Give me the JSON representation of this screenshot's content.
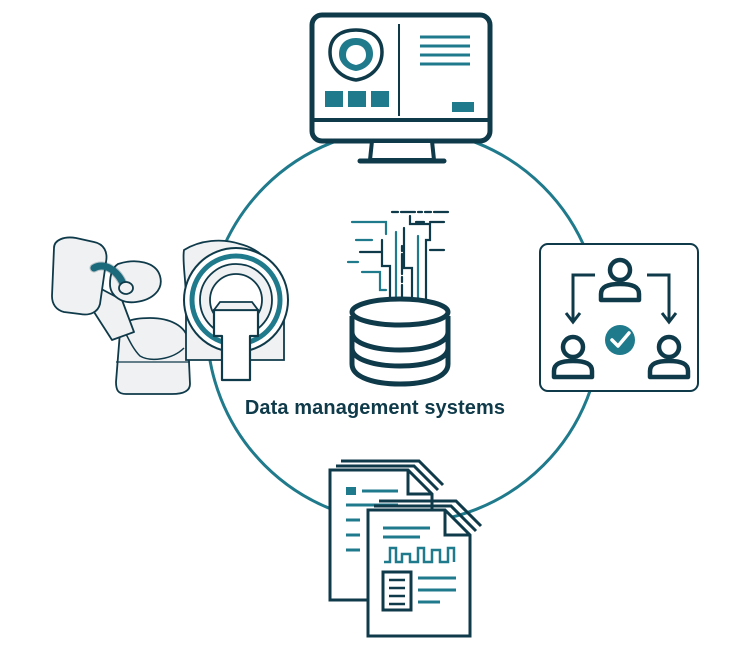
{
  "center": {
    "label": "Data management systems"
  },
  "colors": {
    "primary": "#0f3a4a",
    "accent": "#1f7a8c",
    "cycle_ring": "#1f7a8c",
    "background": "#ffffff",
    "device_fill": "#f0f1f2"
  },
  "nodes": [
    {
      "id": "monitor",
      "icon": "dashboard-monitor-icon"
    },
    {
      "id": "workflow",
      "icon": "approval-workflow-icon"
    },
    {
      "id": "documents",
      "icon": "report-documents-icon"
    },
    {
      "id": "equipment",
      "icon": "treatment-machine-icon"
    }
  ],
  "hub": {
    "icon": "database-icon"
  }
}
